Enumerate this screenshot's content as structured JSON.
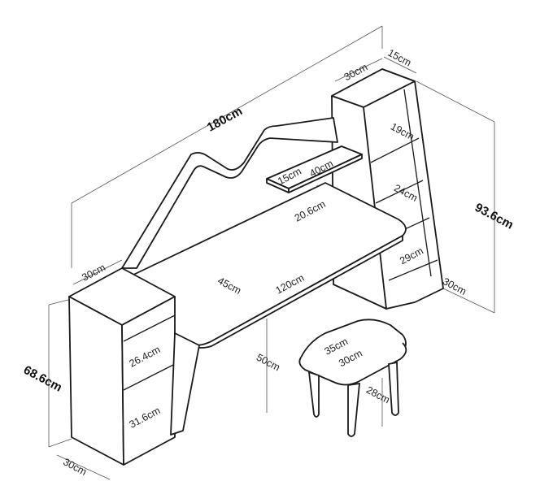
{
  "dimensions": {
    "total_width": "180cm",
    "left_cabinet_depth_top": "30cm",
    "right_tower_depth_top": "30cm",
    "right_tower_width_top": "15cm",
    "shelf_depth": "15cm",
    "shelf_width": "40cm",
    "shelf_height": "20.6cm",
    "tower_shelf_1": "19cm",
    "tower_shelf_2": "24cm",
    "tower_shelf_3": "29cm",
    "tower_total_height": "93.6cm",
    "tower_base_depth": "30cm",
    "desk_depth": "45cm",
    "desk_width": "120cm",
    "desk_height": "50cm",
    "cabinet_shelf_upper": "26.4cm",
    "cabinet_shelf_lower": "31.6cm",
    "cabinet_height": "68.6cm",
    "cabinet_base_depth": "30cm",
    "stool_width": "35cm",
    "stool_depth": "30cm",
    "stool_height": "28cm"
  }
}
